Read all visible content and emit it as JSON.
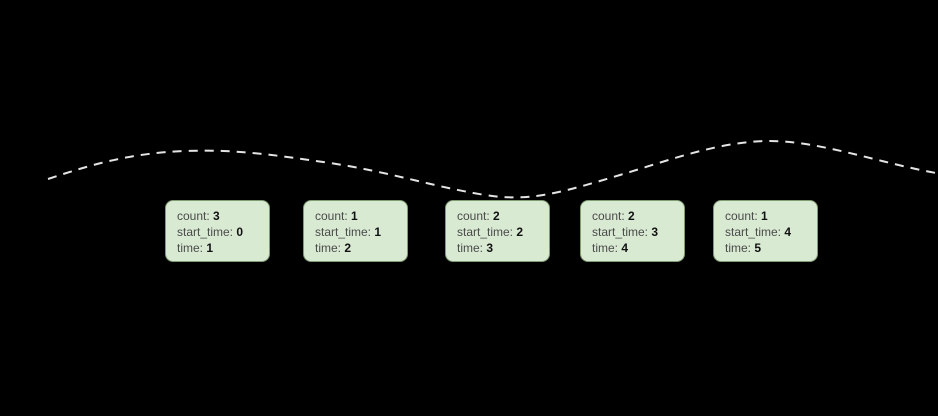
{
  "canvas": {
    "background": "#000000"
  },
  "curve": {
    "color": "#e4e4e4",
    "style": "dashed"
  },
  "card_style": {
    "background": "#d9ead3",
    "border": "#7f9c72",
    "label_text": "#4a4a4a",
    "value_text": "#111111"
  },
  "cards": [
    {
      "fields": [
        {
          "label": "count:",
          "value": "3"
        },
        {
          "label": "start_time:",
          "value": "0"
        },
        {
          "label": "time:",
          "value": "1"
        }
      ]
    },
    {
      "fields": [
        {
          "label": "count:",
          "value": "1"
        },
        {
          "label": "start_time:",
          "value": "1"
        },
        {
          "label": "time:",
          "value": "2"
        }
      ]
    },
    {
      "fields": [
        {
          "label": "count:",
          "value": "2"
        },
        {
          "label": "start_time:",
          "value": "2"
        },
        {
          "label": "time:",
          "value": "3"
        }
      ]
    },
    {
      "fields": [
        {
          "label": "count:",
          "value": "2"
        },
        {
          "label": "start_time:",
          "value": "3"
        },
        {
          "label": "time:",
          "value": "4"
        }
      ]
    },
    {
      "fields": [
        {
          "label": "count:",
          "value": "1"
        },
        {
          "label": "start_time:",
          "value": "4"
        },
        {
          "label": "time:",
          "value": "5"
        }
      ]
    }
  ]
}
